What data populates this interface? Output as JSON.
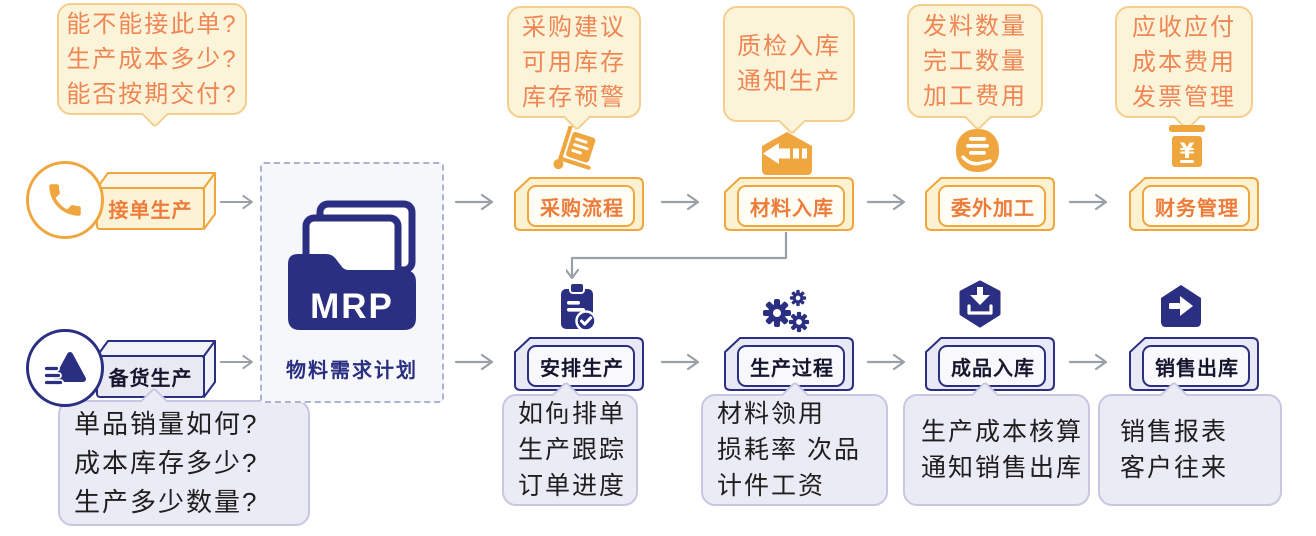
{
  "palette": {
    "orange": "#F0A63E",
    "orange_text": "#ED7C3B",
    "yellow_bubble_fill": "#FCF4D8",
    "yellow_bubble_border": "#F3CE8C",
    "yellow_bubble_text": "#EF8655",
    "navy": "#2B2F82",
    "lavender_bubble_fill": "#EBEBF6",
    "lavender_bubble_border": "#C7C7E2",
    "dark_text": "#1E1E1E",
    "arrow_gray": "#9AA0A8"
  },
  "entry_flows": {
    "order": {
      "label": "接单生产",
      "icon": "phone-icon",
      "questions": [
        "能不能接此单?",
        "生产成本多少?",
        "能否按期交付?"
      ]
    },
    "stock": {
      "label": "备货生产",
      "icon": "stock-icon",
      "questions": [
        "单品销量如何?",
        "成本库存多少?",
        "生产多少数量?"
      ]
    }
  },
  "mrp": {
    "title": "MRP",
    "subtitle": "物料需求计划"
  },
  "top_row": [
    {
      "label": "采购流程",
      "icon": "trolley-icon",
      "notes": [
        "采购建议",
        "可用库存",
        "库存预警"
      ]
    },
    {
      "label": "材料入库",
      "icon": "warehouse-in-icon",
      "notes": [
        "质检入库",
        "通知生产"
      ]
    },
    {
      "label": "委外加工",
      "icon": "hand-coins-icon",
      "notes": [
        "发料数量",
        "完工数量",
        "加工费用"
      ]
    },
    {
      "label": "财务管理",
      "icon": "cashbox-icon",
      "notes": [
        "应收应付",
        "成本费用",
        "发票管理"
      ]
    }
  ],
  "bottom_row": [
    {
      "label": "安排生产",
      "icon": "clipboard-check-icon",
      "notes": [
        "如何排单",
        "生产跟踪",
        "订单进度"
      ]
    },
    {
      "label": "生产过程",
      "icon": "gears-icon",
      "notes": [
        "材料领用",
        "损耗率 次品",
        "计件工资"
      ]
    },
    {
      "label": "成品入库",
      "icon": "package-in-icon",
      "notes": [
        "生产成本核算",
        "通知销售出库"
      ]
    },
    {
      "label": "销售出库",
      "icon": "house-out-icon",
      "notes": [
        "销售报表",
        "客户往来"
      ]
    }
  ]
}
